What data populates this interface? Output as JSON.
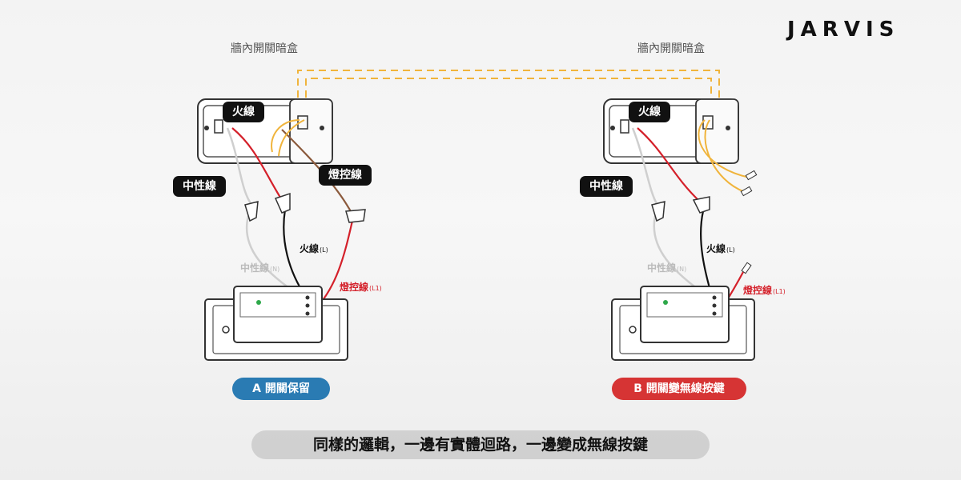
{
  "brand": {
    "logo_text": "JARVIS"
  },
  "diagrams": {
    "left": {
      "box_caption": "牆內開關暗盒",
      "hot_tag": "火線",
      "neutral_tag": "中性線",
      "control_tag": "燈控線",
      "hot_label": "火線",
      "hot_label_sub": "(L)",
      "neutral_label": "中性線",
      "neutral_label_sub": "(N)",
      "control_label": "燈控線",
      "control_label_sub": "(L1)",
      "option_label": "A 開關保留",
      "option_color": "#2a7bb3"
    },
    "right": {
      "box_caption": "牆內開關暗盒",
      "hot_tag": "火線",
      "neutral_tag": "中性線",
      "hot_label": "火線",
      "hot_label_sub": "(L)",
      "neutral_label": "中性線",
      "neutral_label_sub": "(N)",
      "control_label": "燈控線",
      "control_label_sub": "(L1)",
      "option_label": "B 開關變無線按鍵",
      "option_color": "#d63434"
    }
  },
  "wire_colors": {
    "hot": "#d4202a",
    "line": "#111111",
    "neutral": "#cfcfcf",
    "control": "#8b5a3c",
    "traveler": "#f0b43c"
  },
  "subtitle": "同樣的邏輯，一邊有實體迴路，一邊變成無線按鍵"
}
